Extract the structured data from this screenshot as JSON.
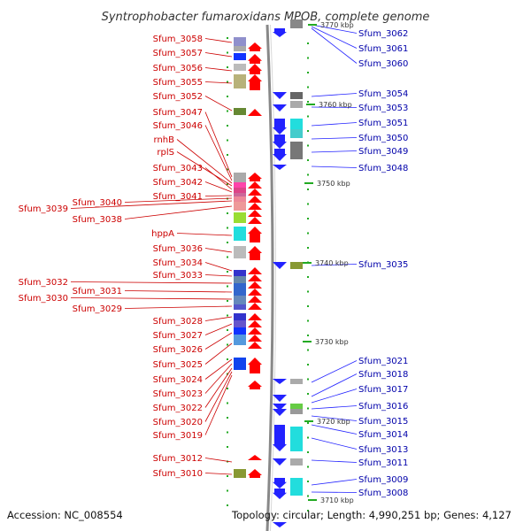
{
  "title": "Syntrophobacter fumaroxidans MPOB, complete genome",
  "footer": {
    "accession": "Accession: NC_008554",
    "topology": "Topology: circular; Length: 4,990,251 bp; Genes: 4,127"
  },
  "ruler": [
    "3770 kbp",
    "3760 kbp",
    "3750 kbp",
    "3740 kbp",
    "3730 kbp",
    "3720 kbp",
    "3710 kbp"
  ],
  "left_labels": [
    "Sfum_3058",
    "Sfum_3057",
    "Sfum_3056",
    "Sfum_3055",
    "Sfum_3052",
    "Sfum_3047",
    "Sfum_3046",
    "rnhB",
    "rplS",
    "Sfum_3043",
    "Sfum_3042",
    "Sfum_3041",
    "Sfum_3040",
    "Sfum_3039",
    "Sfum_3038",
    "hppA",
    "Sfum_3036",
    "Sfum_3034",
    "Sfum_3033",
    "Sfum_3032",
    "Sfum_3031",
    "Sfum_3030",
    "Sfum_3029",
    "Sfum_3028",
    "Sfum_3027",
    "Sfum_3026",
    "Sfum_3025",
    "Sfum_3024",
    "Sfum_3023",
    "Sfum_3022",
    "Sfum_3020",
    "Sfum_3019",
    "Sfum_3012",
    "Sfum_3010"
  ],
  "right_labels": [
    "Sfum_3062",
    "Sfum_3061",
    "Sfum_3060",
    "Sfum_3054",
    "Sfum_3053",
    "Sfum_3051",
    "Sfum_3050",
    "Sfum_3049",
    "Sfum_3048",
    "Sfum_3035",
    "Sfum_3021",
    "Sfum_3018",
    "Sfum_3017",
    "Sfum_3016",
    "Sfum_3015",
    "Sfum_3014",
    "Sfum_3013",
    "Sfum_3011",
    "Sfum_3009",
    "Sfum_3008"
  ],
  "colors": {
    "forward_arrow": "#ff0000",
    "reverse_arrow": "#2222ff",
    "left_label": "#cc0000",
    "right_label": "#0000aa",
    "backbone": "#888888",
    "tick": "#22aa22"
  }
}
